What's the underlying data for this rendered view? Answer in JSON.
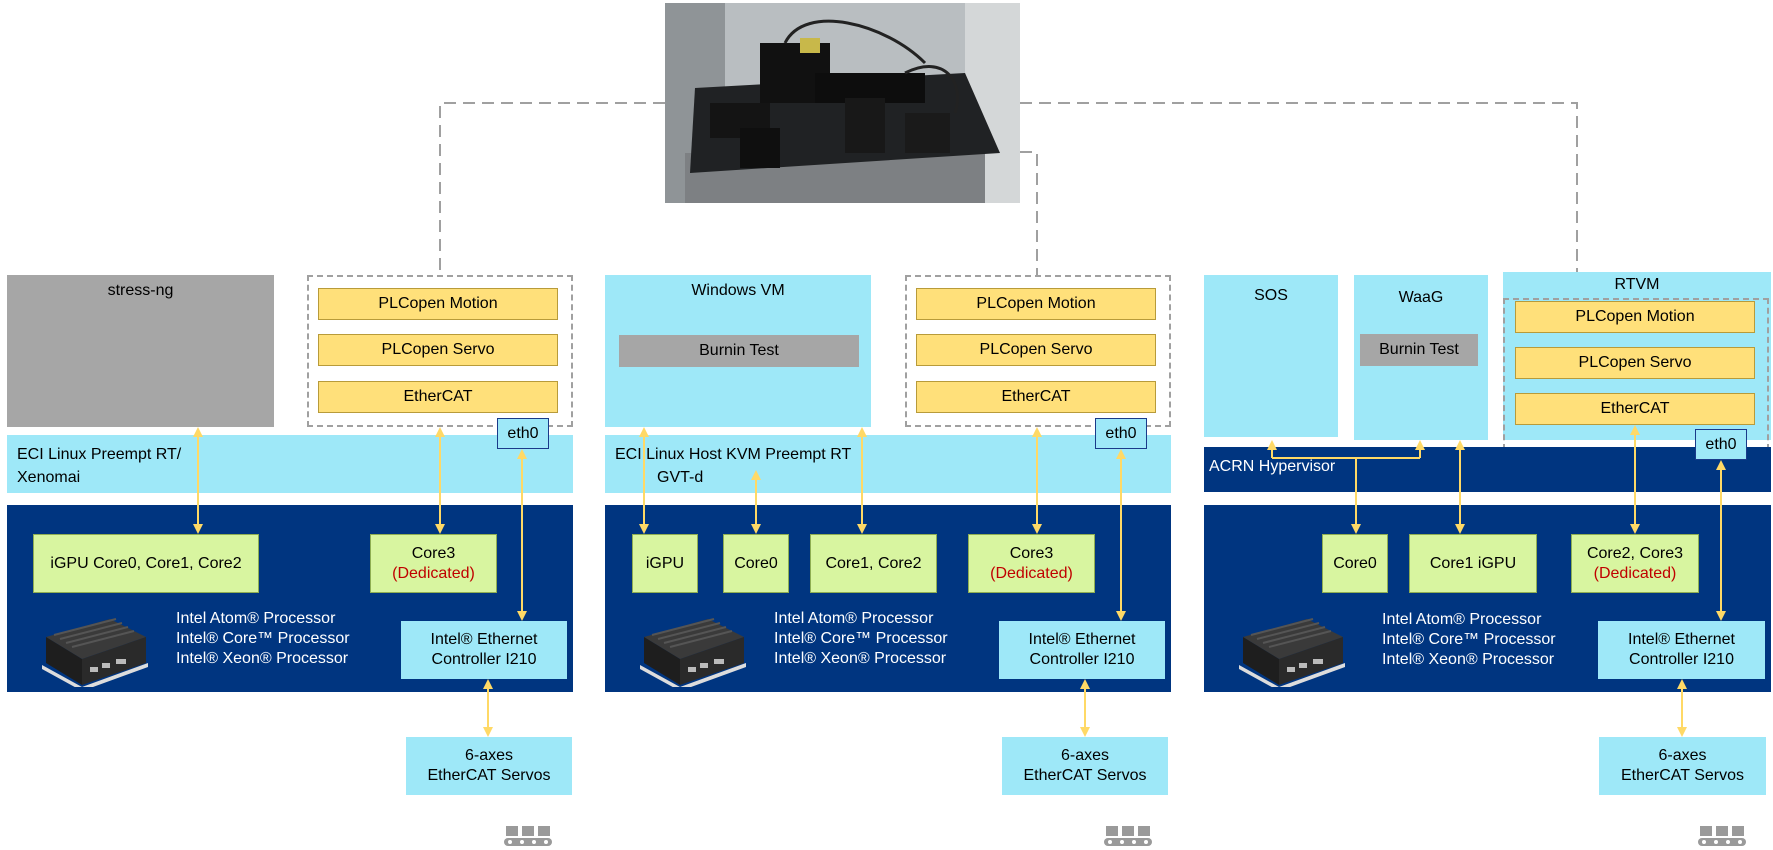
{
  "colors": {
    "light_blue": "#9ee8f8",
    "navy": "#003580",
    "gray": "#a6a6a6",
    "plc_yellow": "#ffe07a",
    "core_green": "#d8f5a0",
    "arrow": "#ffd966",
    "dedicated_red": "#c00000",
    "dashed_gray": "#a0a0a0"
  },
  "photo": {
    "icon": "robot-test-rig-photo"
  },
  "panels": [
    {
      "workload": "stress-ng",
      "rt_stack": [
        "PLCopen Motion",
        "PLCopen Servo",
        "EtherCAT"
      ],
      "eth": "eth0",
      "os_line1": "ECI Linux Preempt RT/",
      "os_line2": "Xenomai",
      "cores": [
        "iGPU Core0, Core1, Core2"
      ],
      "dedicated_core": "Core3",
      "dedicated_label": "(Dedicated)",
      "processors": [
        "Intel Atom® Processor",
        "Intel® Core™ Processor",
        "Intel® Xeon® Processor"
      ],
      "controller_line1": "Intel® Ethernet",
      "controller_line2": "Controller I210",
      "servo_line1": "6-axes",
      "servo_line2": "EtherCAT Servos"
    },
    {
      "vm_title": "Windows VM",
      "burnin": "Burnin Test",
      "rt_stack": [
        "PLCopen Motion",
        "PLCopen Servo",
        "EtherCAT"
      ],
      "eth": "eth0",
      "os_line1": "ECI Linux Host KVM Preempt RT",
      "os_line2": "GVT-d",
      "cores": [
        "iGPU",
        "Core0",
        "Core1, Core2"
      ],
      "dedicated_core": "Core3",
      "dedicated_label": "(Dedicated)",
      "processors": [
        "Intel Atom® Processor",
        "Intel® Core™ Processor",
        "Intel® Xeon® Processor"
      ],
      "controller_line1": "Intel® Ethernet",
      "controller_line2": "Controller I210",
      "servo_line1": "6-axes",
      "servo_line2": "EtherCAT Servos"
    },
    {
      "sos": "SOS",
      "waag": "WaaG",
      "burnin": "Burnin Test",
      "rtvm": "RTVM",
      "rt_stack": [
        "PLCopen Motion",
        "PLCopen Servo",
        "EtherCAT"
      ],
      "eth": "eth0",
      "os_line1": "ACRN Hypervisor",
      "cores": [
        "Core0",
        "Core1 iGPU"
      ],
      "dedicated_core": "Core2, Core3",
      "dedicated_label": "(Dedicated)",
      "processors": [
        "Intel Atom® Processor",
        "Intel® Core™ Processor",
        "Intel® Xeon® Processor"
      ],
      "controller_line1": "Intel® Ethernet",
      "controller_line2": "Controller I210",
      "servo_line1": "6-axes",
      "servo_line2": "EtherCAT Servos"
    }
  ]
}
